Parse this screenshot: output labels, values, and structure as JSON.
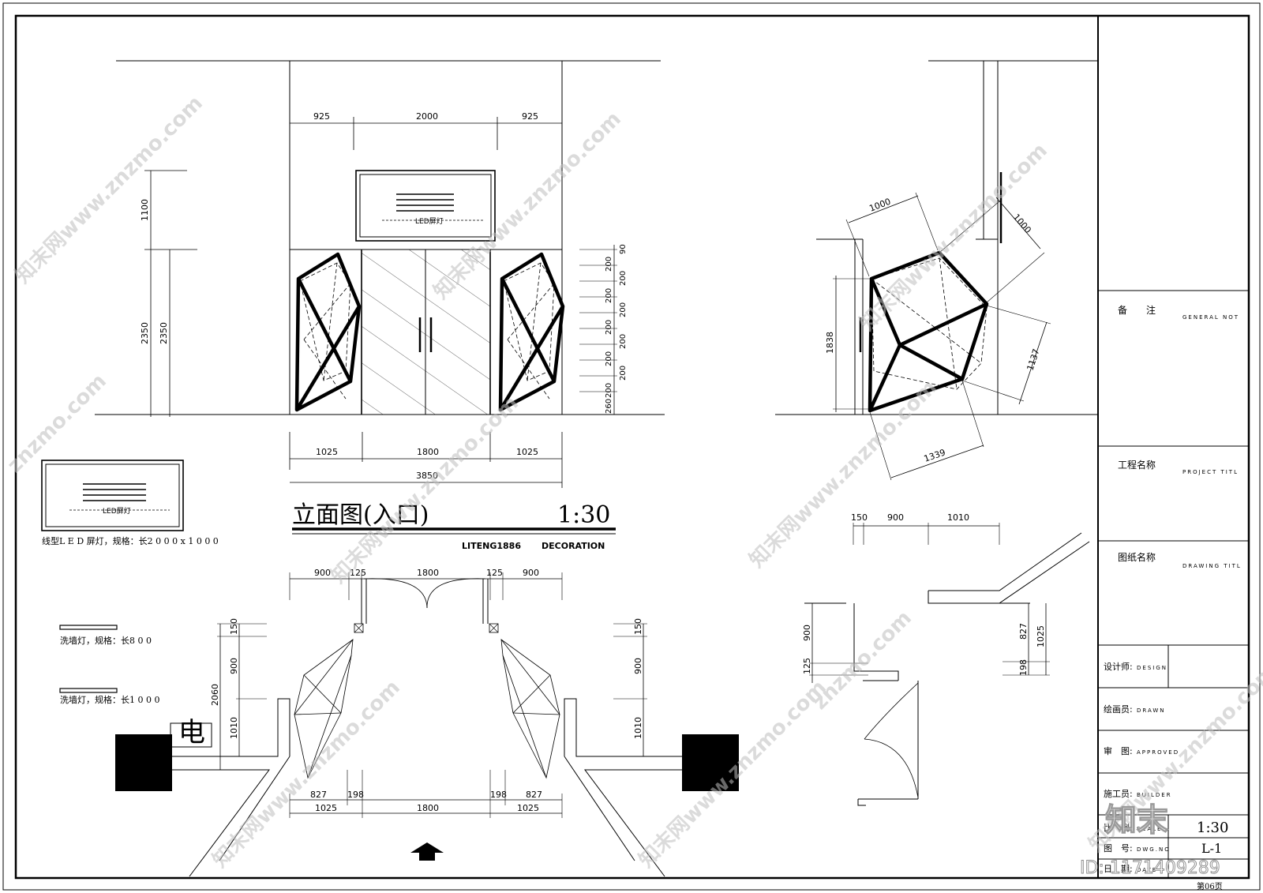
{
  "elevation": {
    "title": "立面图(入口)",
    "scale": "1:30",
    "brand_a": "LITENG1886",
    "brand_b": "DECORATION",
    "led_label": "LED屏灯",
    "dims_top": [
      "925",
      "2000",
      "925"
    ],
    "dims_left": [
      "1100",
      "2350",
      "2350"
    ],
    "dims_right": [
      "90",
      "200",
      "200",
      "200",
      "200",
      "200",
      "200",
      "200",
      "200",
      "200",
      "260"
    ],
    "dims_bottom": [
      "1025",
      "1800",
      "1025"
    ],
    "dim_total": "3850"
  },
  "side_view": {
    "dims": [
      "1000",
      "1000",
      "1838",
      "1137",
      "1339"
    ]
  },
  "plan": {
    "dims_top": [
      "900",
      "125",
      "1800",
      "125",
      "900"
    ],
    "dims_left": [
      "150",
      "900",
      "2060",
      "1010"
    ],
    "dims_right": [
      "150",
      "900",
      "1010"
    ],
    "dims_bottom_a": [
      "827",
      "198",
      "198",
      "827"
    ],
    "dims_bottom_b": [
      "1025",
      "1800",
      "1025"
    ],
    "power_label": "电"
  },
  "side_plan": {
    "dims_top": [
      "150",
      "900",
      "1010"
    ],
    "dims_left": [
      "900",
      "125"
    ],
    "dims_right": [
      "827",
      "1025",
      "198"
    ]
  },
  "legend": {
    "led_label": "LED屏灯",
    "led_spec": "线型L E D 屏灯，规格：长2 0 0 0 x 1 0 0 0",
    "wash_800": "洗墙灯，规格：长8 0 0",
    "wash_1000": "洗墙灯，规格：长1 0 0 0"
  },
  "title_block": {
    "notes_cn": "备　　注",
    "notes_en": "GENERAL NOT",
    "project_cn": "工程名称",
    "project_en": "PROJECT TITL",
    "drawing_cn": "图纸名称",
    "drawing_en": "DRAWING TITL",
    "designer_cn": "设计师:",
    "designer_en": "DESIGN",
    "drawn_cn": "绘画员:",
    "drawn_en": "DRAWN",
    "approved_cn": "审　图:",
    "approved_en": "APPROVED",
    "builder_cn": "施工员:",
    "builder_en": "BUILDER",
    "scale_cn": "比　例:",
    "scale_en": "SCALE",
    "scale_value": "1:30",
    "number_cn": "图　号:",
    "number_en": "DWG.NO",
    "number_value": "L-1",
    "date_cn": "日　期:",
    "date_en": "DATE"
  },
  "watermarks": {
    "site": "知末网www.znzmo.com",
    "site_b": "znzmo.com",
    "logo": "知末",
    "id": "ID: 1171409289"
  },
  "page_no": "第06页"
}
